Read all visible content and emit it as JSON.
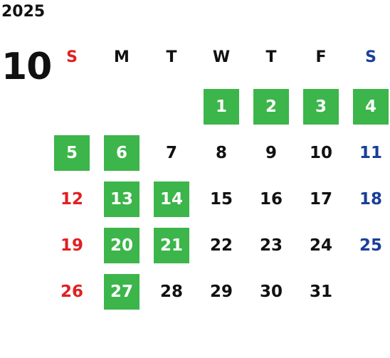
{
  "calendar": {
    "year": "2025",
    "month": "10",
    "weekdays": [
      "S",
      "M",
      "T",
      "W",
      "T",
      "F",
      "S"
    ],
    "first_weekday_index": 3,
    "days": [
      "1",
      "2",
      "3",
      "4",
      "5",
      "6",
      "7",
      "8",
      "9",
      "10",
      "11",
      "12",
      "13",
      "14",
      "15",
      "16",
      "17",
      "18",
      "19",
      "20",
      "21",
      "22",
      "23",
      "24",
      "25",
      "26",
      "27",
      "28",
      "29",
      "30",
      "31"
    ],
    "highlighted_days": [
      "1",
      "2",
      "3",
      "4",
      "5",
      "6",
      "13",
      "14",
      "20",
      "21",
      "27"
    ]
  },
  "colors": {
    "text": "#111111",
    "sunday": "#e02020",
    "saturday": "#1a3f9a",
    "highlight_bg": "#3cb54a",
    "highlight_text": "#ffffff"
  }
}
